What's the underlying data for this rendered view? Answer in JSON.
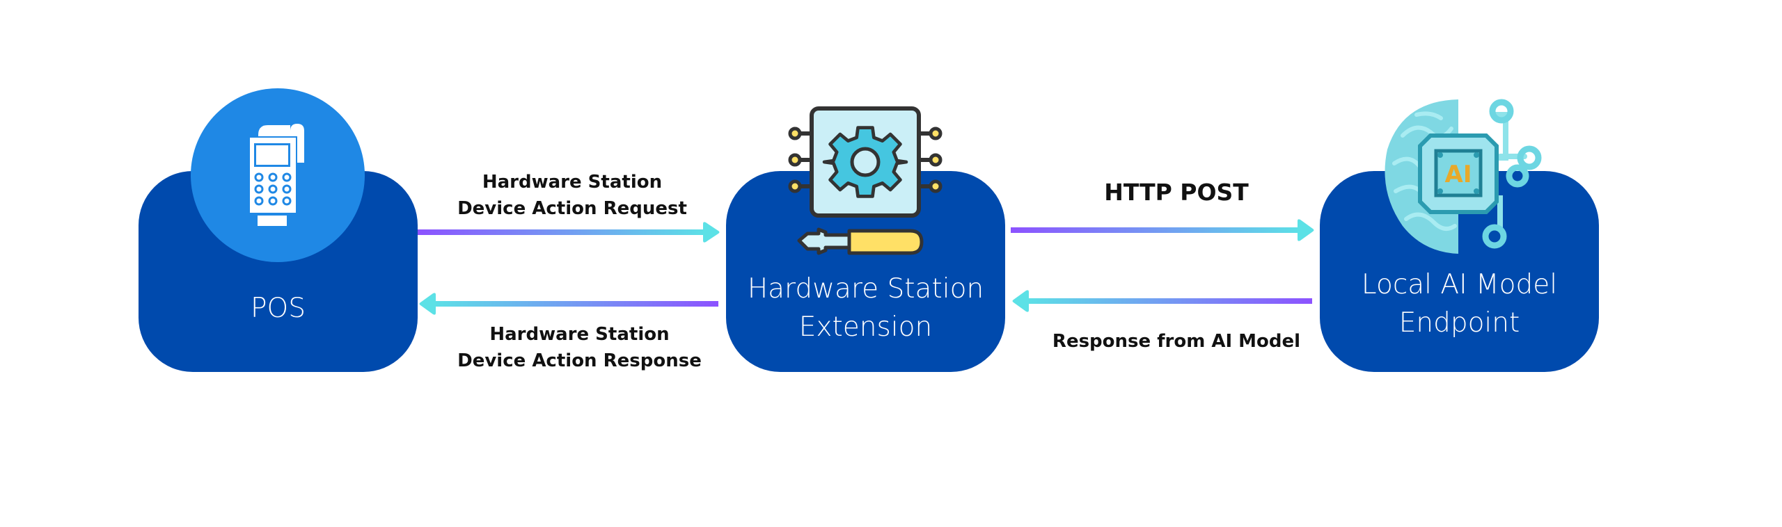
{
  "diagram": {
    "nodes": [
      {
        "id": "pos",
        "label": "POS",
        "icon": "pos-terminal-icon"
      },
      {
        "id": "hse",
        "label_lines": [
          "Hardware Station",
          "Extension"
        ],
        "icon": "gear-chip-screwdriver-icon"
      },
      {
        "id": "ai",
        "label_lines": [
          "Local AI Model",
          "Endpoint"
        ],
        "icon": "ai-brain-chip-icon",
        "chip_text": "AI"
      }
    ],
    "edges": [
      {
        "from": "pos",
        "to": "hse",
        "label_lines": [
          "Hardware Station",
          "Device Action Request"
        ]
      },
      {
        "from": "hse",
        "to": "pos",
        "label_lines": [
          "Hardware Station",
          "Device Action Response"
        ]
      },
      {
        "from": "hse",
        "to": "ai",
        "label": "HTTP POST"
      },
      {
        "from": "ai",
        "to": "hse",
        "label": "Response from AI Model"
      }
    ]
  },
  "colors": {
    "node_fill": "#004aad",
    "pos_circle": "#1f88e5",
    "arrow_start": "#8c52ff",
    "arrow_end": "#5ce1e6",
    "text_dark": "#111111",
    "gear": "#45c6e0",
    "chip_bg": "#cbeff7",
    "screwdriver_handle": "#ffe066",
    "outline": "#333333"
  }
}
